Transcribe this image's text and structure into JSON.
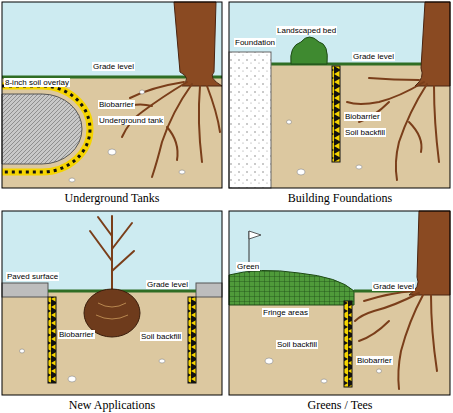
{
  "diagram": {
    "labels": [
      "Grade level",
      "8-inch soil overlay",
      "Biobarrier",
      "Underground tank",
      "Underground Tanks",
      "Foundation",
      "Landscaped bed",
      "Grade level",
      "Biobarrier",
      "Soil backfill",
      "Building Foundations",
      "Paved surface",
      "Grade level",
      "Biobarrier",
      "Soil backfill",
      "New Applications",
      "Green",
      "Fringe areas",
      "Grade level",
      "Soil backfill",
      "Biobarrier",
      "Greens / Tees"
    ]
  }
}
